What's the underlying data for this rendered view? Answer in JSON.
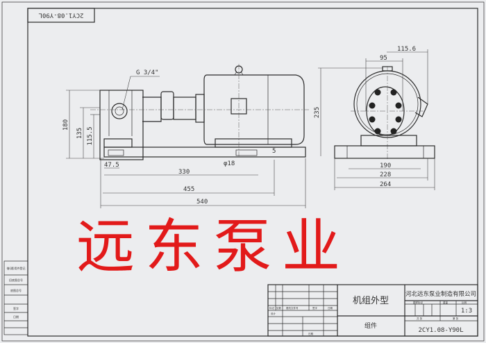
{
  "drawing": {
    "stamp_code": "2CY1.08-Y90L",
    "thread_label": "G 3/4\"",
    "front_view_dims": {
      "height_total": "180",
      "height_outlet": "135",
      "height_inlet": "115.5",
      "offset": "47.5",
      "hole": "φ18",
      "bolt_spacing": "330",
      "base_length": "455",
      "total_length": "540",
      "small": "5"
    },
    "side_view_dims": {
      "height": "235",
      "width_95": "95",
      "width_115": "115.6",
      "bolt_spacing": "190",
      "base_width": "228",
      "total_width": "264"
    },
    "watermark": "远东泵业",
    "watermark_color": "#e21a1a"
  },
  "side_panel": [
    "借(通)用件登记",
    "旧底图总号",
    "底图总号",
    "签字",
    "日期"
  ],
  "title_block": {
    "company": "河北远东泵业制造有限公司",
    "title": "机组外型",
    "subtitle": "组件",
    "drawing_no": "2CY1.08-Y90L",
    "scale": "1:3",
    "headers": [
      "标记",
      "处数",
      "更改文件号",
      "签字",
      "日期"
    ],
    "labels": {
      "design": "设计",
      "date": "日期",
      "stage": "图样标记",
      "weight": "重量",
      "scale_label": "比例",
      "sheets": "共 张",
      "sheet": "第 张"
    }
  }
}
